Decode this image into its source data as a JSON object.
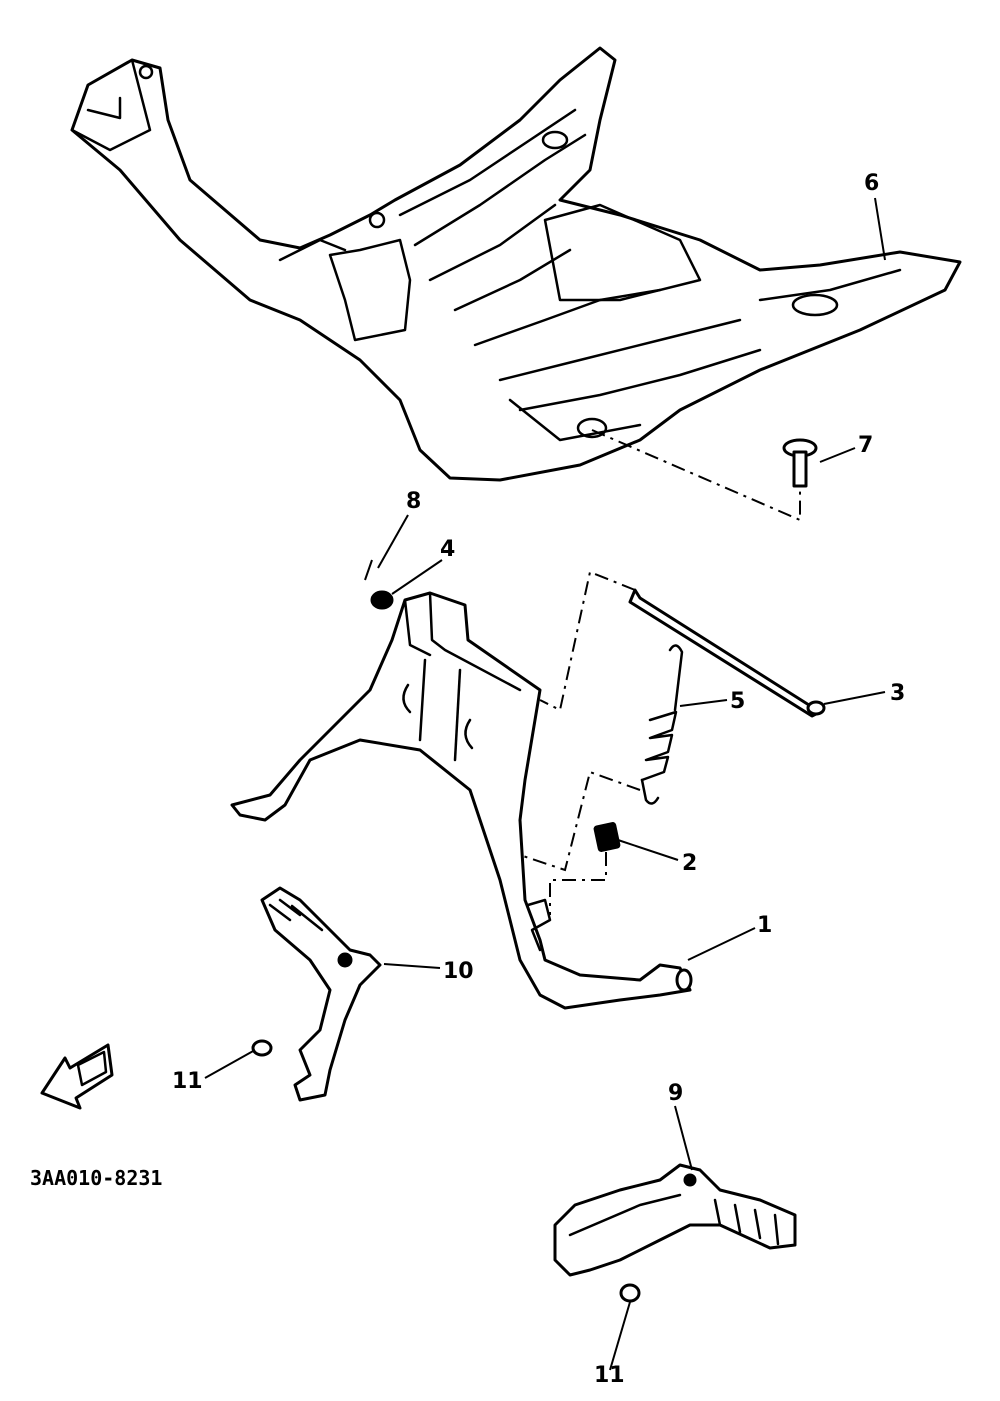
{
  "diagram": {
    "code": "3AA010-8231",
    "callouts": {
      "p1": "1",
      "p2": "2",
      "p3": "3",
      "p4": "4",
      "p5": "5",
      "p6": "6",
      "p7": "7",
      "p8": "8",
      "p9": "9",
      "p10": "10",
      "p11a": "11",
      "p11b": "11"
    },
    "front_badge": "FWD"
  }
}
